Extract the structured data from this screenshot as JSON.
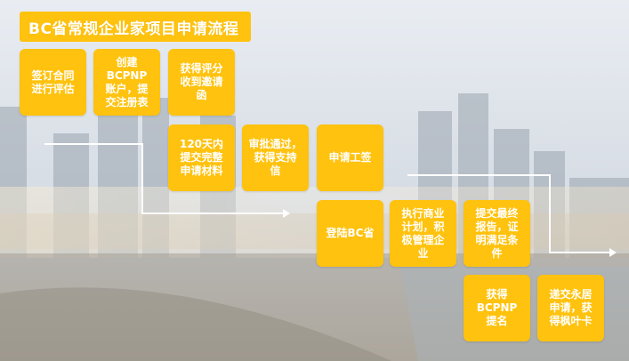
{
  "title": "BC省常规企业家项目申请流程",
  "steps": [
    "签订合同\n进行评估",
    "创建\nBCPNP\n账户，提\n交注册表",
    "获得评分\n收到邀请\n函",
    "120天内\n提交完整\n申请材料",
    "审批通过，\n获得支持\n信",
    "申请工签",
    "登陆BC省",
    "执行商业\n计划，积\n极管理企\n业",
    "提交最终\n报告，证\n明满足条\n件",
    "获得\nBCPNP\n提名",
    "递交永居\n申请，获\n得枫叶卡"
  ],
  "colors": {
    "accent": "#ffc20e",
    "text": "#ffffff",
    "connector": "#ffffff"
  }
}
